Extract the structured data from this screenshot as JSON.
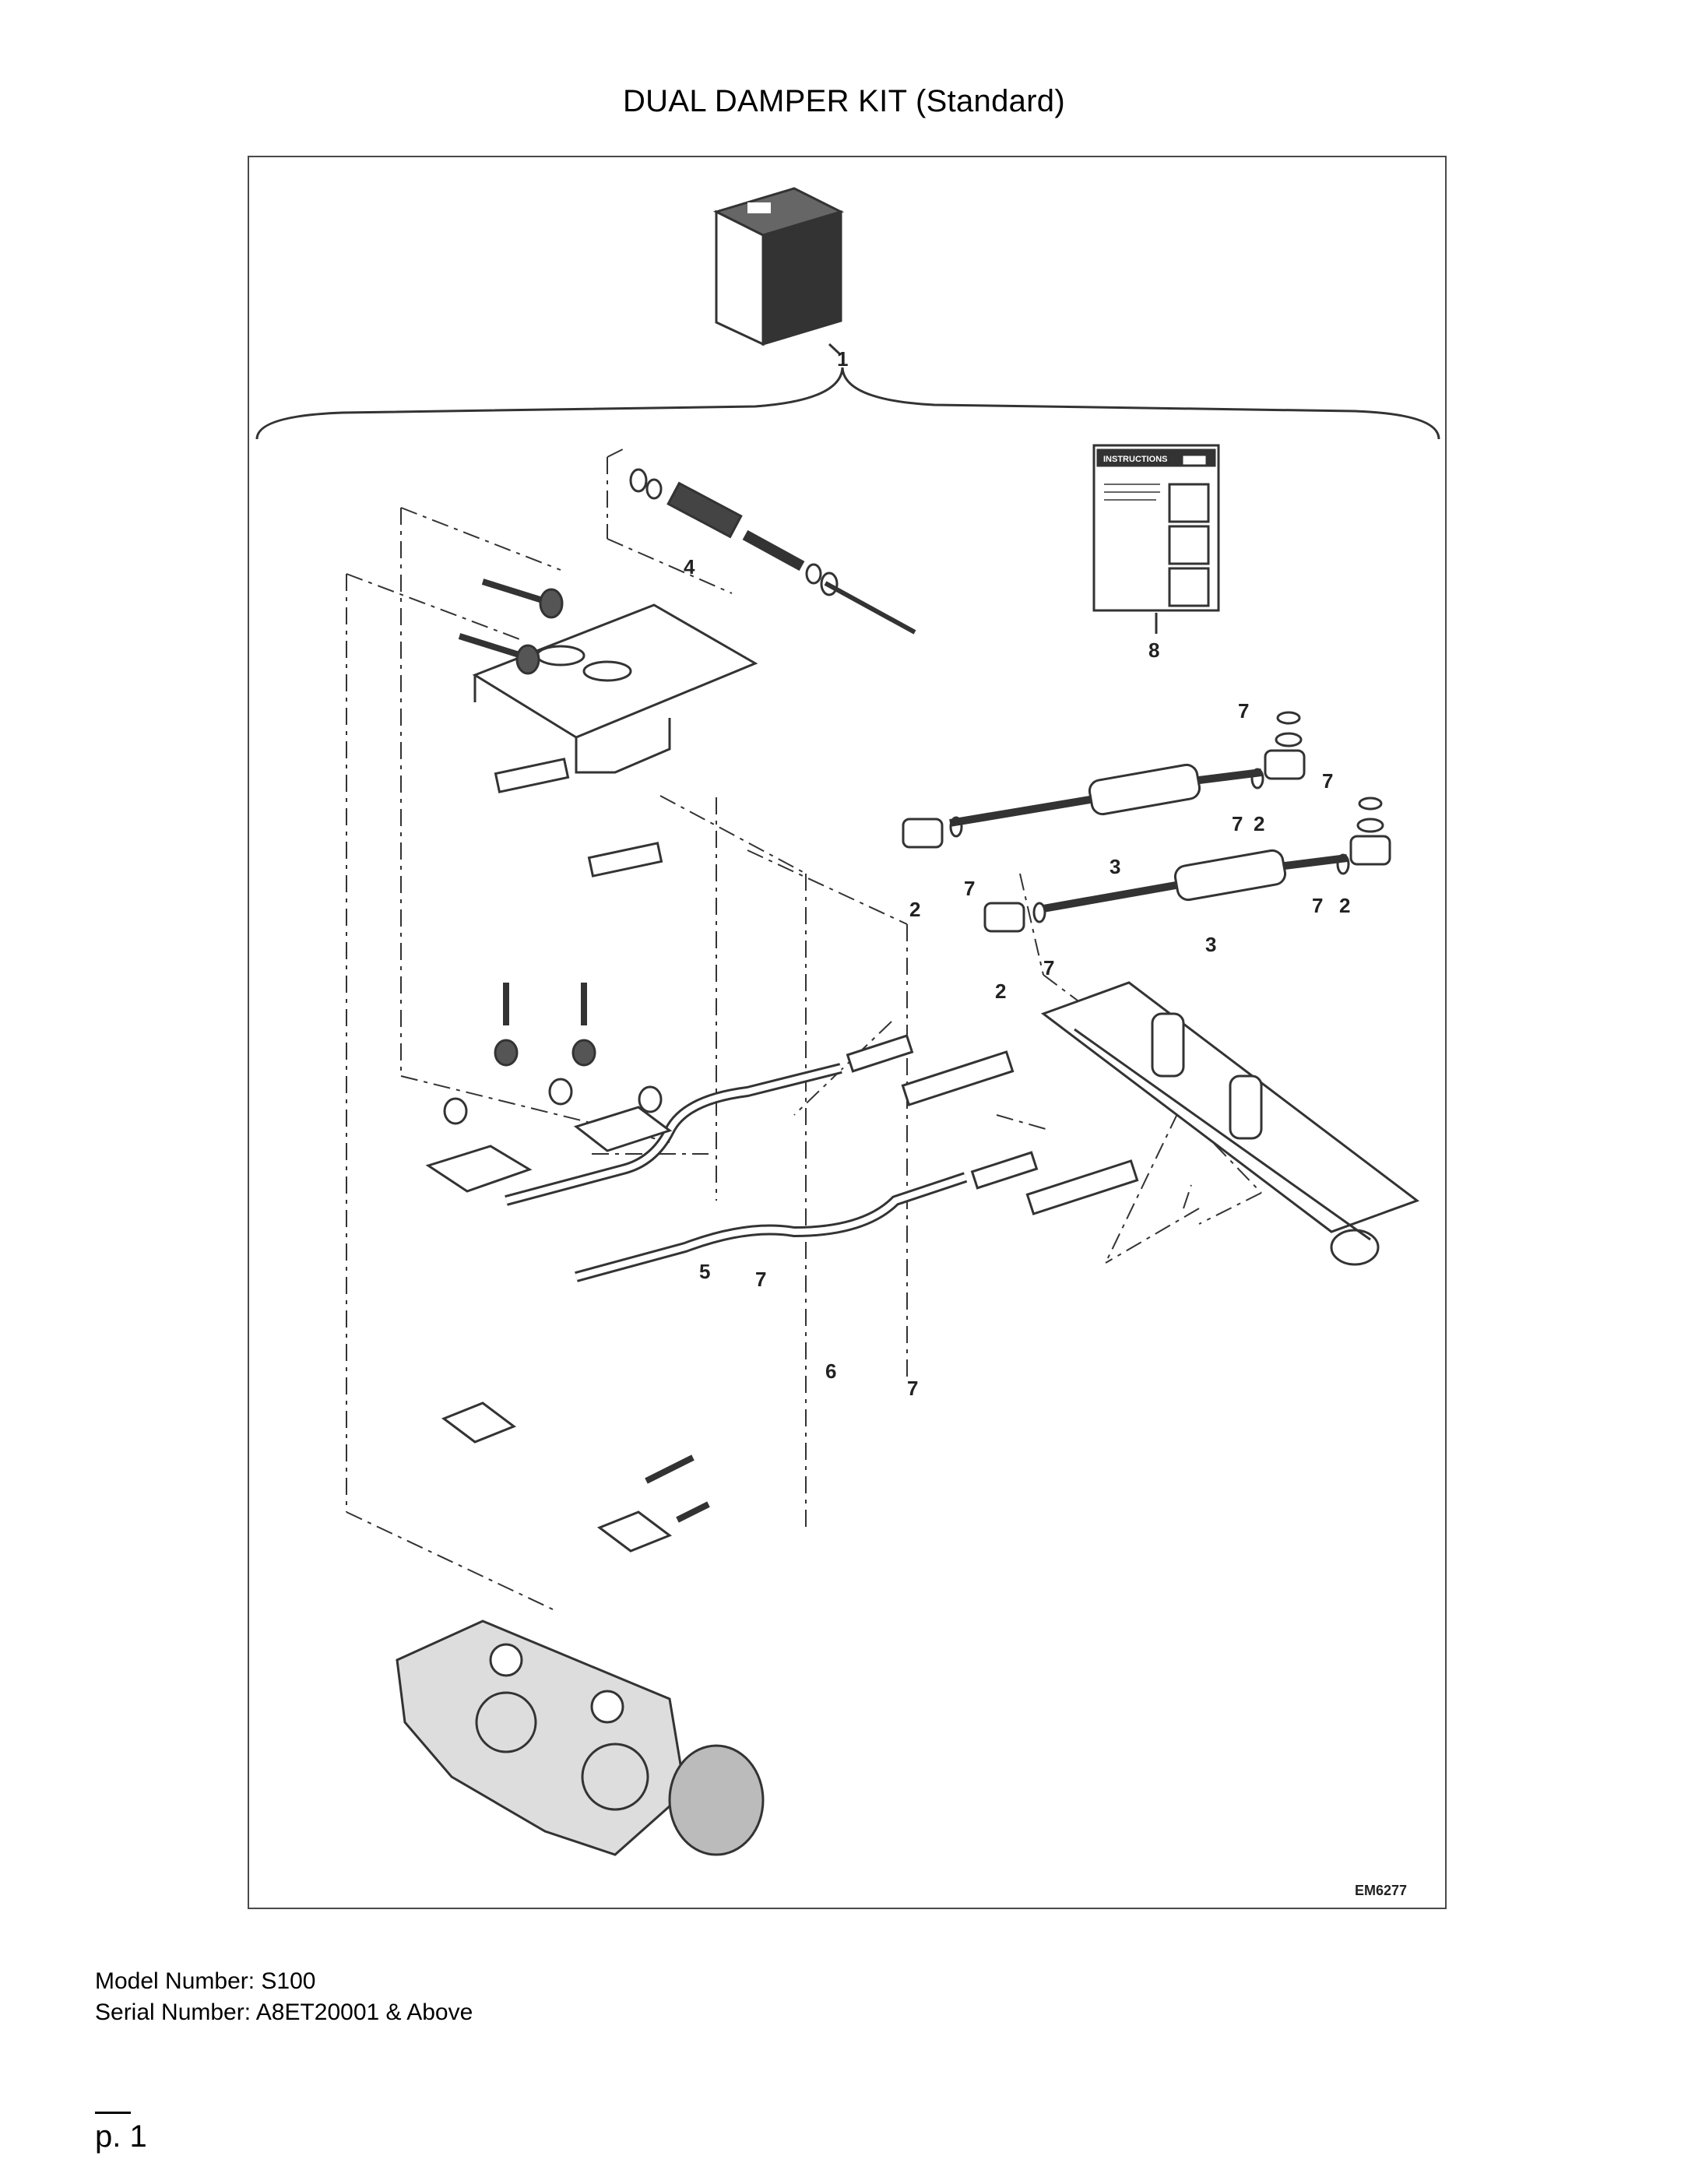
{
  "document": {
    "title": "DUAL DAMPER KIT (Standard)",
    "model_line": "Model Number: S100",
    "serial_line": "Serial Number: A8ET20001 & Above",
    "page_label": "p. 1"
  },
  "figure": {
    "figure_id": "EM6277",
    "instructions_label": "INSTRUCTIONS",
    "callouts": [
      "1",
      "2",
      "2",
      "2",
      "2",
      "3",
      "3",
      "4",
      "5",
      "6",
      "7",
      "7",
      "7",
      "7",
      "7",
      "7",
      "7",
      "7",
      "8"
    ]
  }
}
